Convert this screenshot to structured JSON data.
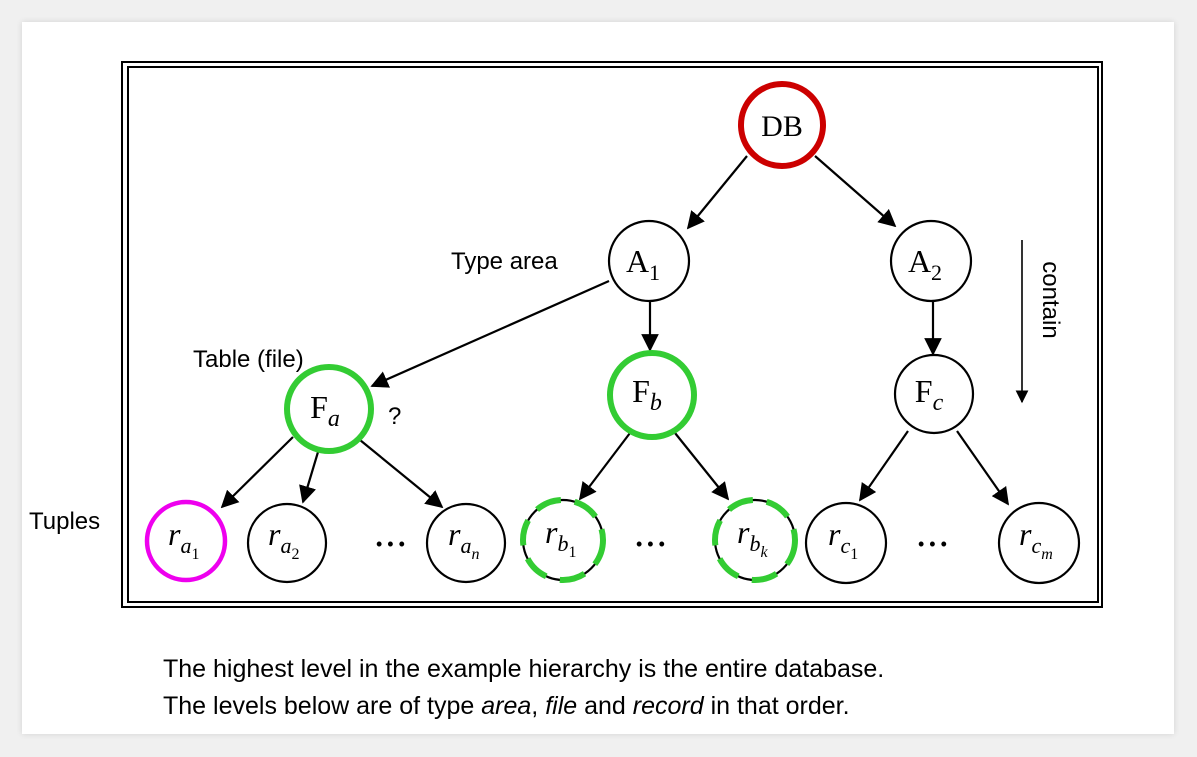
{
  "labels": {
    "type_area": "Type area",
    "table_file": "Table (file)",
    "tuples": "Tuples",
    "question": "?",
    "contain": "contain",
    "ellipsis": "• • •"
  },
  "nodes": {
    "db": {
      "base": "DB",
      "sub": ""
    },
    "a1": {
      "base": "A",
      "sub": "1"
    },
    "a2": {
      "base": "A",
      "sub": "2"
    },
    "fa": {
      "base": "F",
      "sub": "a"
    },
    "fb": {
      "base": "F",
      "sub": "b"
    },
    "fc": {
      "base": "F",
      "sub": "c"
    },
    "ra1": {
      "base": "r",
      "sub": "a",
      "subsub": "1"
    },
    "ra2": {
      "base": "r",
      "sub": "a",
      "subsub": "2"
    },
    "ran": {
      "base": "r",
      "sub": "a",
      "subsub": "n"
    },
    "rb1": {
      "base": "r",
      "sub": "b",
      "subsub": "1"
    },
    "rbk": {
      "base": "r",
      "sub": "b",
      "subsub": "k"
    },
    "rc1": {
      "base": "r",
      "sub": "c",
      "subsub": "1"
    },
    "rcm": {
      "base": "r",
      "sub": "c",
      "subsub": "m"
    }
  },
  "caption": {
    "line1": "The highest level in the example hierarchy is the entire database.",
    "line2_parts": [
      "The levels below are of type ",
      "area",
      ", ",
      "file",
      " and ",
      "record",
      " in that order."
    ]
  },
  "colors": {
    "db_ring": "#cc0000",
    "highlight_green": "#33cc33",
    "highlight_magenta": "#ee00ee",
    "default_ring": "#000000"
  }
}
